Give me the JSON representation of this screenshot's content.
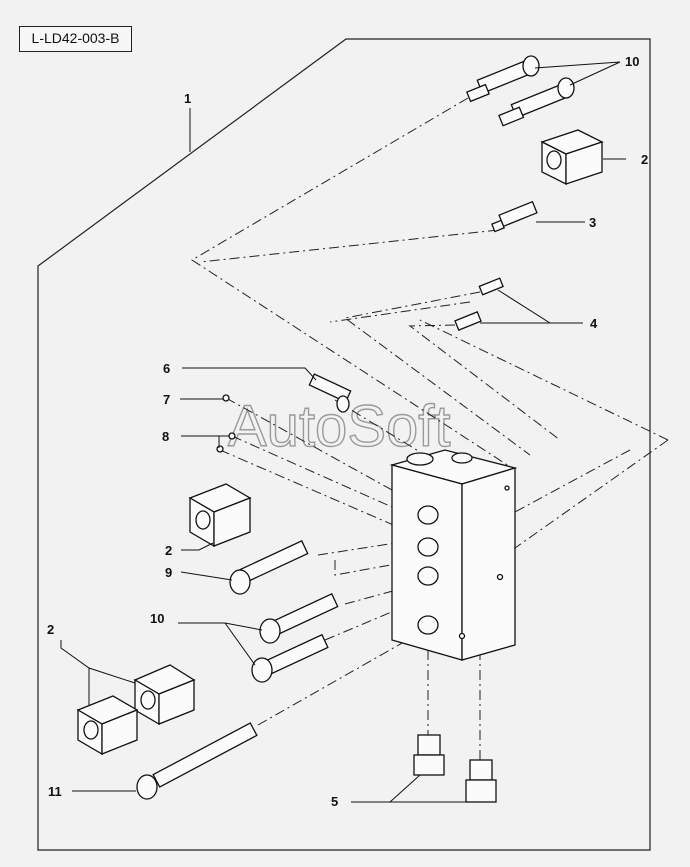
{
  "drawing_code": "L-LD42-003-B",
  "watermark": "AutoSoft",
  "callouts": {
    "c1": "1",
    "c2a": "2",
    "c2b": "2",
    "c2c": "2",
    "c3": "3",
    "c4": "4",
    "c5": "5",
    "c6": "6",
    "c7": "7",
    "c8": "8",
    "c9": "9",
    "c10a": "10",
    "c10b": "10",
    "c11": "11"
  }
}
